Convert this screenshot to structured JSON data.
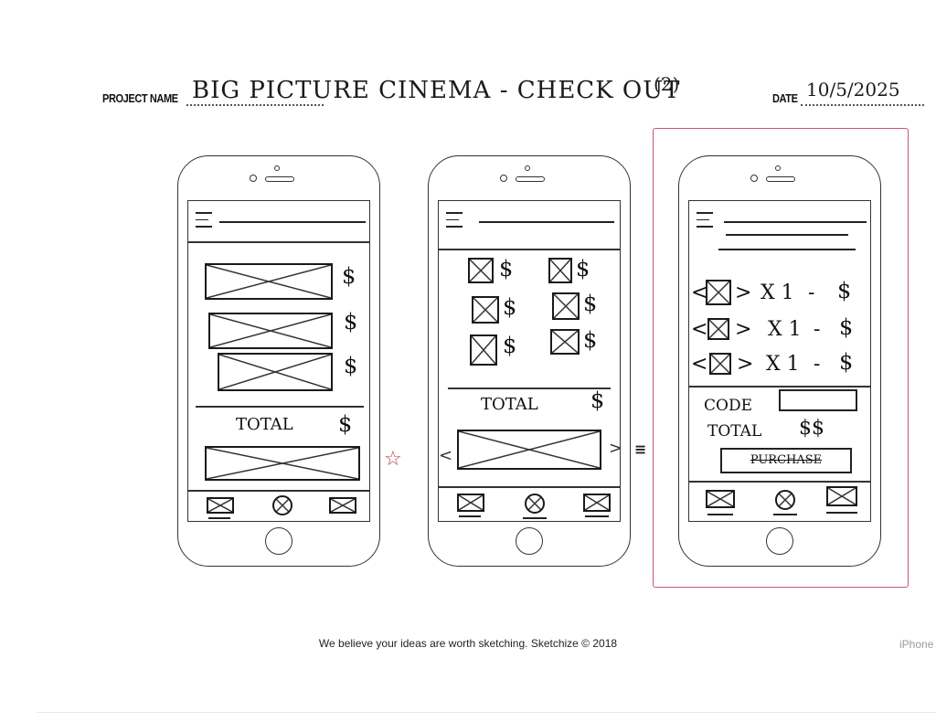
{
  "header": {
    "project_label": "PROJECT NAME",
    "project_name": "BIG PICTURE CINEMA - CHECK OUT",
    "version": "(2)",
    "date_label": "DATE",
    "date_value": "10/5/2025"
  },
  "screens": {
    "one": {
      "price_symbol": "$",
      "total_label": "TOTAL",
      "total_symbol": "$"
    },
    "two": {
      "price_symbol": "$",
      "total_label": "TOTAL",
      "total_symbol": "$",
      "prev_arrow": "<",
      "next_arrow": ">"
    },
    "three": {
      "qty_rows": [
        {
          "minus": "<",
          "plus": ">",
          "qty": "X 1",
          "dash": "-",
          "price": "$"
        },
        {
          "minus": "<",
          "plus": ">",
          "qty": "X 1",
          "dash": "-",
          "price": "$"
        },
        {
          "minus": "<",
          "plus": ">",
          "qty": "X 1",
          "dash": "-",
          "price": "$"
        }
      ],
      "code_label": "CODE",
      "total_label": "TOTAL",
      "total_value": "$$",
      "purchase_label": "PURCHASE"
    }
  },
  "marks": {
    "star": "☆",
    "scribble": "≡"
  },
  "footer": {
    "tagline": "We believe your ideas are worth sketching. Sketchize © 2018",
    "brand": "iPhone"
  },
  "colors": {
    "highlight": "#c8566e",
    "ink": "#1a1a1a"
  }
}
